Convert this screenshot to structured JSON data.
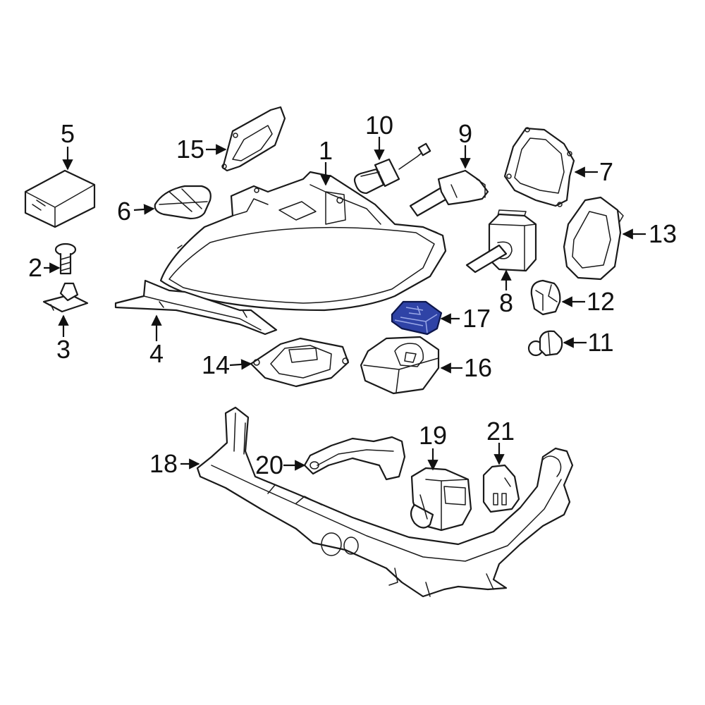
{
  "callouts": {
    "c1": "1",
    "c2": "2",
    "c3": "3",
    "c4": "4",
    "c5": "5",
    "c6": "6",
    "c7": "7",
    "c8": "8",
    "c9": "9",
    "c10": "10",
    "c11": "11",
    "c12": "12",
    "c13": "13",
    "c14": "14",
    "c15": "15",
    "c16": "16",
    "c17": "17",
    "c18": "18",
    "c19": "19",
    "c20": "20",
    "c21": "21"
  },
  "highlighted_part": "17",
  "colors": {
    "highlight_fill": "#2f43a6",
    "line": "#1a1a1a",
    "background": "#ffffff"
  }
}
